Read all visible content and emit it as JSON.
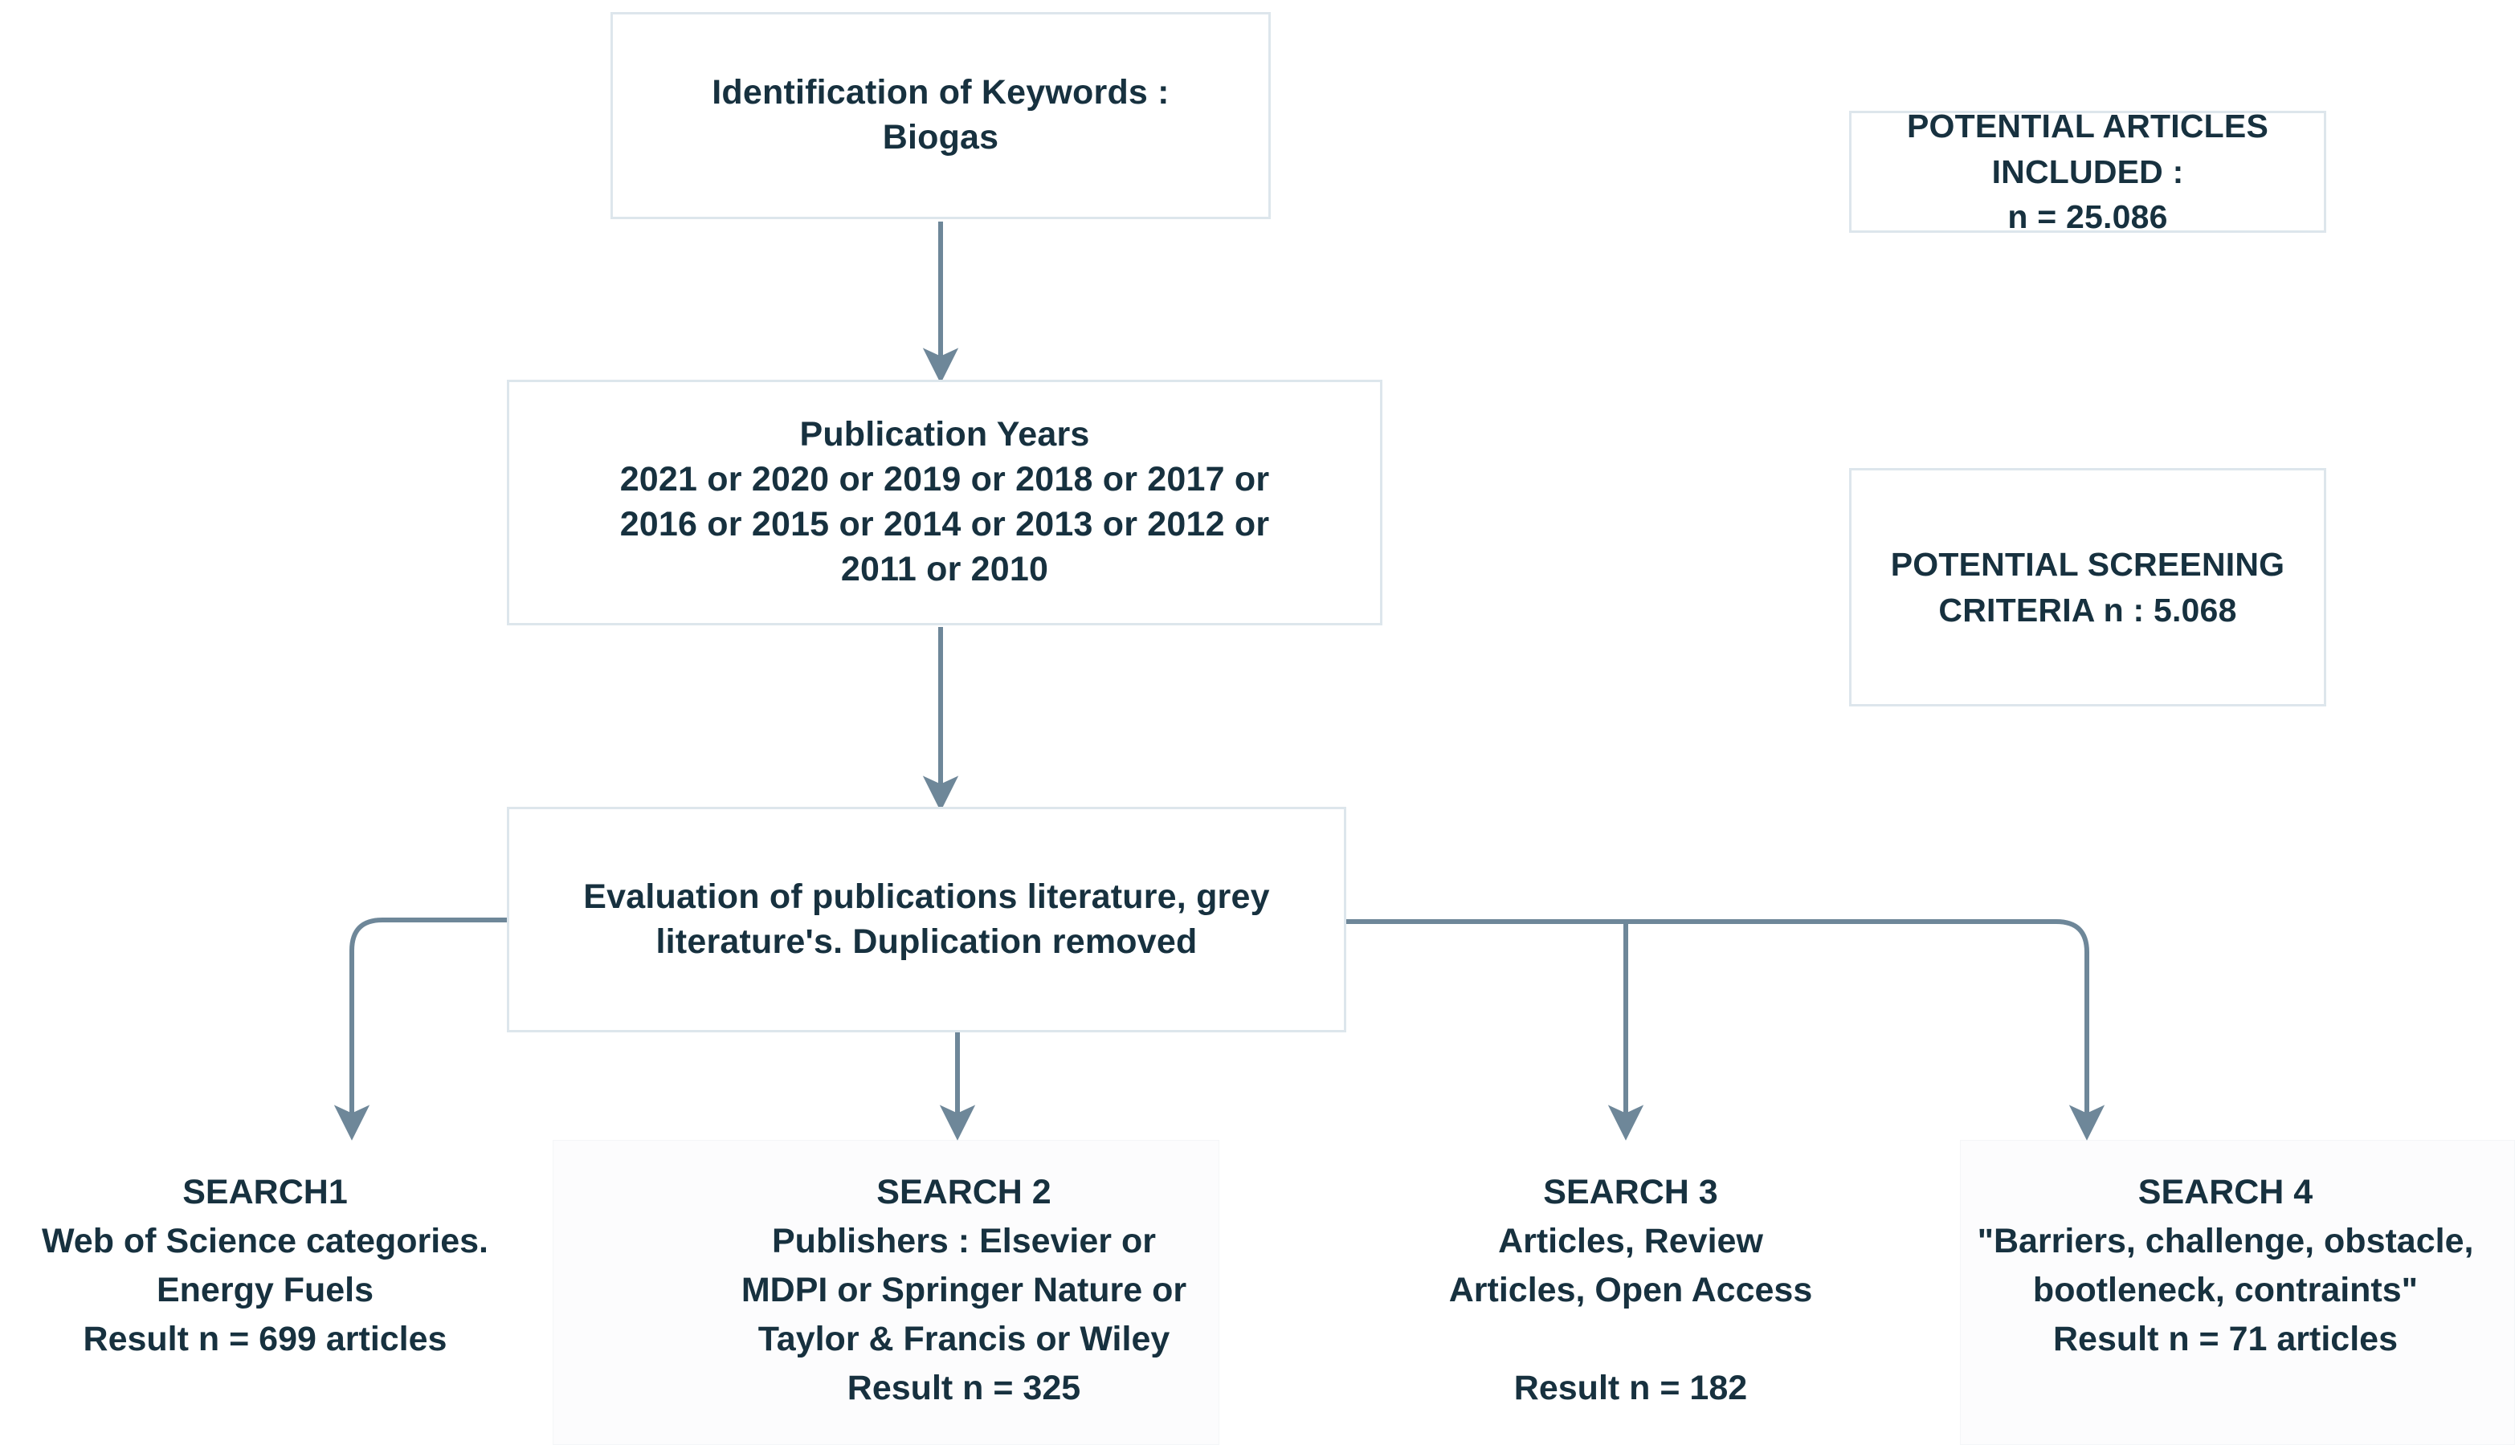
{
  "diagram": {
    "title": "Biogas literature search flowchart",
    "accent_line_color": "#6e8799",
    "box_border_color": "#dde6ec",
    "text_color": "#17313f"
  },
  "nodes": {
    "keywords": {
      "name": "identification-of-keywords",
      "lines": [
        "Identification of Keywords :",
        "Biogas"
      ]
    },
    "years": {
      "name": "publication-years",
      "lines": [
        "Publication Years",
        "2021 or 2020 or 2019 or 2018 or 2017 or",
        "2016 or 2015 or 2014 or 2013 or 2012 or",
        "2011 or 2010"
      ]
    },
    "evaluation": {
      "name": "evaluation-of-publications",
      "lines": [
        "Evaluation of publications literature, grey",
        "literature's. Duplication removed"
      ]
    },
    "potential_articles": {
      "name": "potential-articles-included",
      "lines": [
        "POTENTIAL ARTICLES",
        "INCLUDED :",
        "n = 25.086"
      ]
    },
    "potential_screening": {
      "name": "potential-screening-criteria",
      "lines": [
        "POTENTIAL SCREENING",
        "CRITERIA n : 5.068"
      ]
    }
  },
  "searches": [
    {
      "id": "search1",
      "title": "SEARCH1",
      "lines": [
        "SEARCH1",
        "Web of Science categories.",
        "Energy Fuels",
        "Result n =  699 articles"
      ],
      "result_n": 699
    },
    {
      "id": "search2",
      "title": "SEARCH 2",
      "lines": [
        "SEARCH 2",
        "Publishers : Elsevier or",
        "MDPI or Springer Nature or",
        "Taylor & Francis or Wiley",
        "Result n = 325"
      ],
      "result_n": 325
    },
    {
      "id": "search3",
      "title": "SEARCH 3",
      "lines": [
        "SEARCH 3",
        "Articles, Review",
        "Articles,  Open Access",
        "",
        "Result n = 182"
      ],
      "result_n": 182
    },
    {
      "id": "search4",
      "title": "SEARCH 4",
      "lines": [
        "SEARCH 4",
        "\"Barriers, challenge, obstacle,",
        "bootleneck, contraints\"",
        "Result n = 71 articles"
      ],
      "result_n": 71
    }
  ]
}
